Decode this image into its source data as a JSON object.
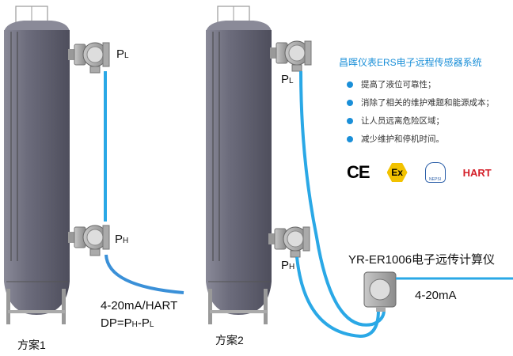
{
  "scheme1": {
    "caption": "方案1",
    "pl": "P",
    "pl_sub": "L",
    "ph": "P",
    "ph_sub": "H",
    "signal": "4-20mA/HART",
    "dp_prefix": "DP=P",
    "dp_h": "H",
    "dp_mid": "-P",
    "dp_l": "L"
  },
  "scheme2": {
    "caption": "方案2",
    "pl": "P",
    "pl_sub": "L",
    "ph": "P",
    "ph_sub": "H",
    "device": "YR-ER1006电子远传计算仪",
    "signal": "4-20mA"
  },
  "info": {
    "title": "昌晖仪表ERS电子远程传感器系统",
    "bullets": [
      "提高了液位可靠性；",
      "消除了相关的维护难题和能源成本；",
      "让人员远离危险区域；",
      "减少维护和停机时间。"
    ]
  },
  "logos": {
    "ce": "CE",
    "ex": "Ex",
    "nepsi": "NEPSI",
    "hart": "HART"
  },
  "colors": {
    "accent": "#1a8fd8",
    "cable": "#2aa8e6",
    "tank": "#6e6e80"
  }
}
